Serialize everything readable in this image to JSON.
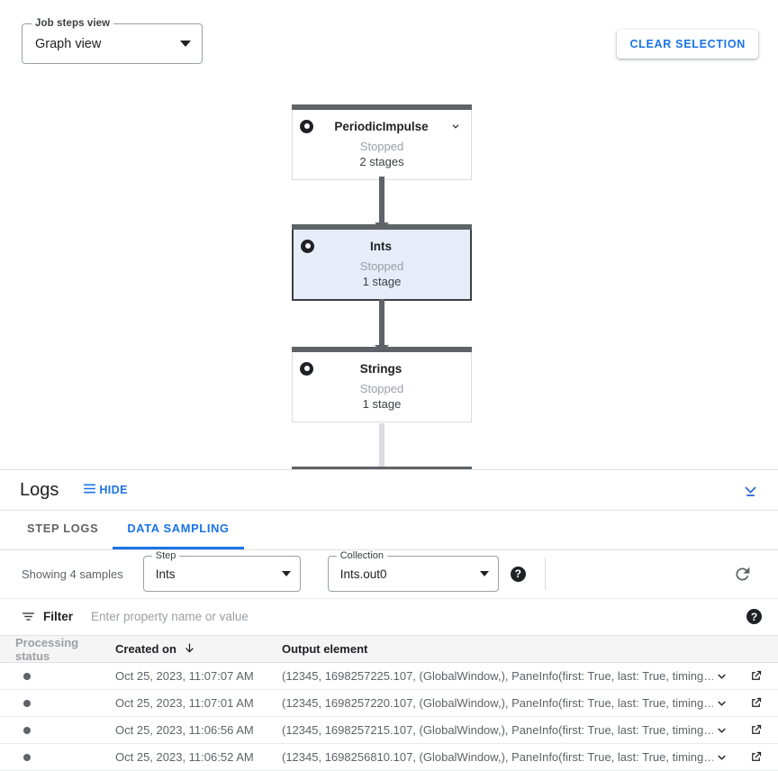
{
  "toolbar": {
    "view_select": {
      "label": "Job steps view",
      "value": "Graph view"
    },
    "clear_selection_label": "CLEAR SELECTION"
  },
  "graph": {
    "nodes": [
      {
        "title": "PeriodicImpulse",
        "status": "Stopped",
        "stages": "2 stages",
        "selected": false,
        "has_chevron": true
      },
      {
        "title": "Ints",
        "status": "Stopped",
        "stages": "1 stage",
        "selected": true,
        "has_chevron": false
      },
      {
        "title": "Strings",
        "status": "Stopped",
        "stages": "1 stage",
        "selected": false,
        "has_chevron": false
      }
    ]
  },
  "logs": {
    "title": "Logs",
    "hide_label": "HIDE",
    "tabs": [
      {
        "label": "STEP LOGS",
        "active": false
      },
      {
        "label": "DATA SAMPLING",
        "active": true
      }
    ]
  },
  "controls": {
    "showing": "Showing 4 samples",
    "step": {
      "label": "Step",
      "value": "Ints"
    },
    "collection": {
      "label": "Collection",
      "value": "Ints.out0"
    },
    "help_glyph": "?"
  },
  "filter": {
    "label": "Filter",
    "placeholder": "Enter property name or value",
    "value": ""
  },
  "table": {
    "columns": [
      "Processing status",
      "Created on",
      "Output element"
    ],
    "sorted_column": "Created on",
    "sort_direction": "desc",
    "rows": [
      {
        "status": "",
        "created_on": "Oct 25, 2023, 11:07:07 AM",
        "output": "(12345, 1698257225.107, (GlobalWindow,), PaneInfo(first: True, last: True, timing…"
      },
      {
        "status": "",
        "created_on": "Oct 25, 2023, 11:07:01 AM",
        "output": "(12345, 1698257220.107, (GlobalWindow,), PaneInfo(first: True, last: True, timing…"
      },
      {
        "status": "",
        "created_on": "Oct 25, 2023, 11:06:56 AM",
        "output": "(12345, 1698257215.107, (GlobalWindow,), PaneInfo(first: True, last: True, timing…"
      },
      {
        "status": "",
        "created_on": "Oct 25, 2023, 11:06:52 AM",
        "output": "(12345, 1698256810.107, (GlobalWindow,), PaneInfo(first: True, last: True, timing…"
      }
    ]
  },
  "colors": {
    "accent": "#1a73e8",
    "node_bar": "#5f6368",
    "selected_node_fill": "#e6ecf8"
  }
}
